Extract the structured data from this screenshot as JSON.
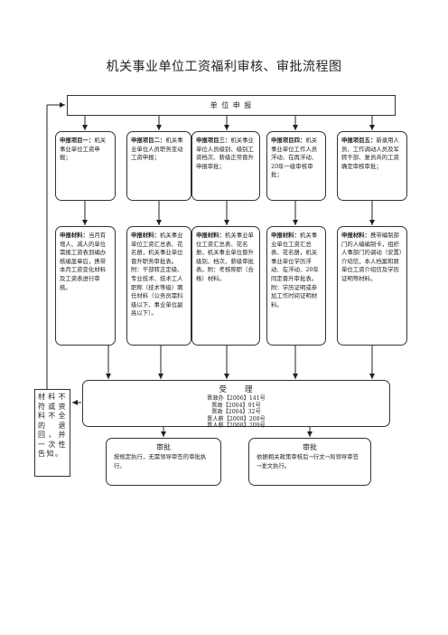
{
  "title": "机关事业单位工资福利审核、审批流程图",
  "report": "单 位 申 报",
  "projects": [
    {
      "heading": "申报项目一：",
      "body": "机关事业单位工资申报；"
    },
    {
      "heading": "申报项目二：",
      "body": "机关事业单位人员职务变动工资申报；"
    },
    {
      "heading": "申报项目三：",
      "body": "机关事业单位人员级别、级别工资档次、薪级正常晋升申报审批；"
    },
    {
      "heading": "申报项目四：",
      "body": "机关事业单位工作人员浮动、在再浮动、20年一级审核审批；"
    },
    {
      "heading": "申报项目五：",
      "body": "新录用人员、工作调动人员及军转干部、复员兵的工资确定审核审批；"
    }
  ],
  "materials": [
    {
      "heading": "申报材料：",
      "body": "当月有增人、减人的单位需报工资表到编办核编盖章后，携带本月工资变化材料及工资表进行审核。"
    },
    {
      "heading": "申报材料：",
      "body": "机关事业单位工资汇总表、花名册，机关事业单位晋升职务审批表。附：干部转正定级、专业技术、技术工人职称（技术等级）聘任材料（公务员需科级以下、事业单位副高以下）。"
    },
    {
      "heading": "申报材料：",
      "body": "机关事业单位工资汇总表、花名册，机关事业单位晋升级别、档次、薪级审批表。附：考核称职（合格）材料。"
    },
    {
      "heading": "申报材料：",
      "body": "机关事业单位工资汇总表、花名册，机关事业单位学历浮动、在浮动、20年同定晋升审批表。附：学历证明或参加工作时间证明材料。"
    },
    {
      "heading": "申报材料：",
      "body": "携带编制部门的人编编制卡，组织人事部门的调动（安置）介绍信，本人档案和原单位工资介绍信及学历证明等材料。"
    }
  ],
  "accept": {
    "title": "受　　理",
    "docs": [
      "晋政办【2006】141号",
      "晋政【2004】91号",
      "晋政【2004】32号",
      "晋人薪【2008】208号",
      "晋人薪【2008】209号"
    ]
  },
  "side_note": "材料不符或资料不全的退回，并一次性告知。",
  "approvals": [
    {
      "title": "审批",
      "body": "按规定执行，无需领导审签的审批执行。"
    },
    {
      "title": "审批",
      "body": "依据相关政策审核后→行文→局领导审签→发文执行。"
    }
  ]
}
